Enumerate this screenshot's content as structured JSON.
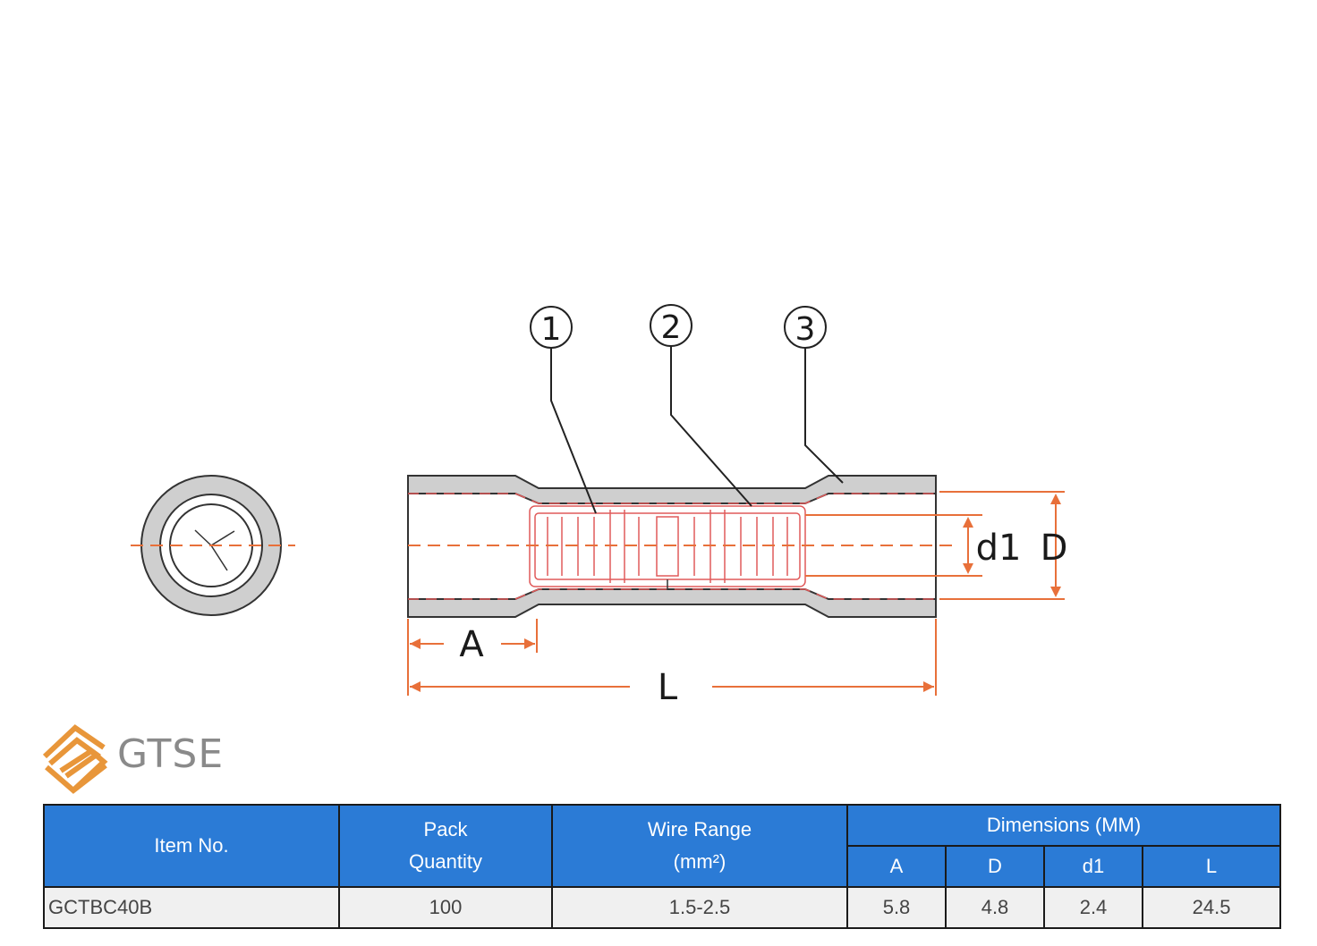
{
  "diagram": {
    "callouts": [
      "1",
      "2",
      "3"
    ],
    "dim_labels": {
      "A": "A",
      "L": "L",
      "d1": "d1",
      "D": "D"
    },
    "colors": {
      "insulation": "#cfcfcf",
      "outline": "#333333",
      "dimension": "#e8703a",
      "barrel": "#e05a5a"
    }
  },
  "brand": {
    "name": "GTSE",
    "logo_color": "#e8963a",
    "text_color": "#8a8a8a"
  },
  "table": {
    "headers": {
      "item_no": "Item No.",
      "pack_quantity_line1": "Pack",
      "pack_quantity_line2": "Quantity",
      "wire_range_line1": "Wire Range",
      "wire_range_line2": "(mm²)",
      "dimensions": "Dimensions (MM)",
      "dims": [
        "A",
        "D",
        "d1",
        "L"
      ]
    },
    "rows": [
      {
        "item_no": "GCTBC40B",
        "pack_quantity": "100",
        "wire_range": "1.5-2.5",
        "A": "5.8",
        "D": "4.8",
        "d1": "2.4",
        "L": "24.5"
      }
    ],
    "header_color": "#2b7bd6"
  }
}
